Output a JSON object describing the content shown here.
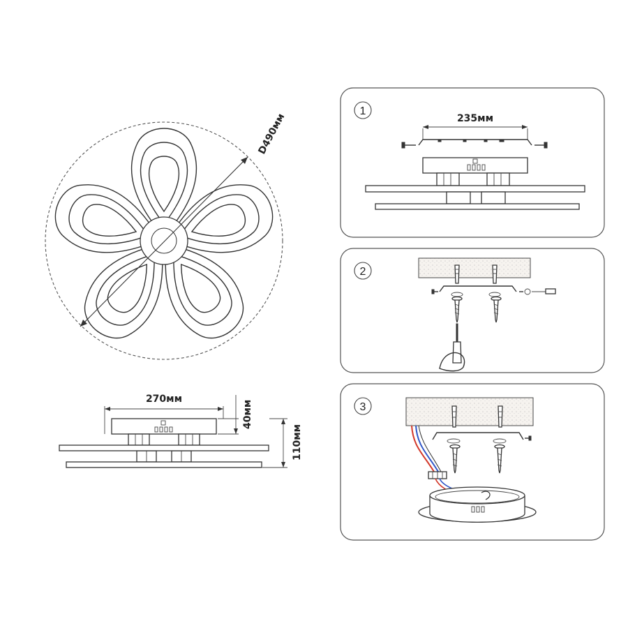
{
  "dimensions": {
    "diameter": "D490мм",
    "base_width": "270мм",
    "base_height": "40мм",
    "total_height": "110мм",
    "plate_width": "235мм"
  },
  "steps": [
    {
      "number": "1"
    },
    {
      "number": "2"
    },
    {
      "number": "3"
    }
  ],
  "colors": {
    "line": "#333333",
    "wire_red": "#d33a2c",
    "wire_blue": "#2f56c8"
  }
}
